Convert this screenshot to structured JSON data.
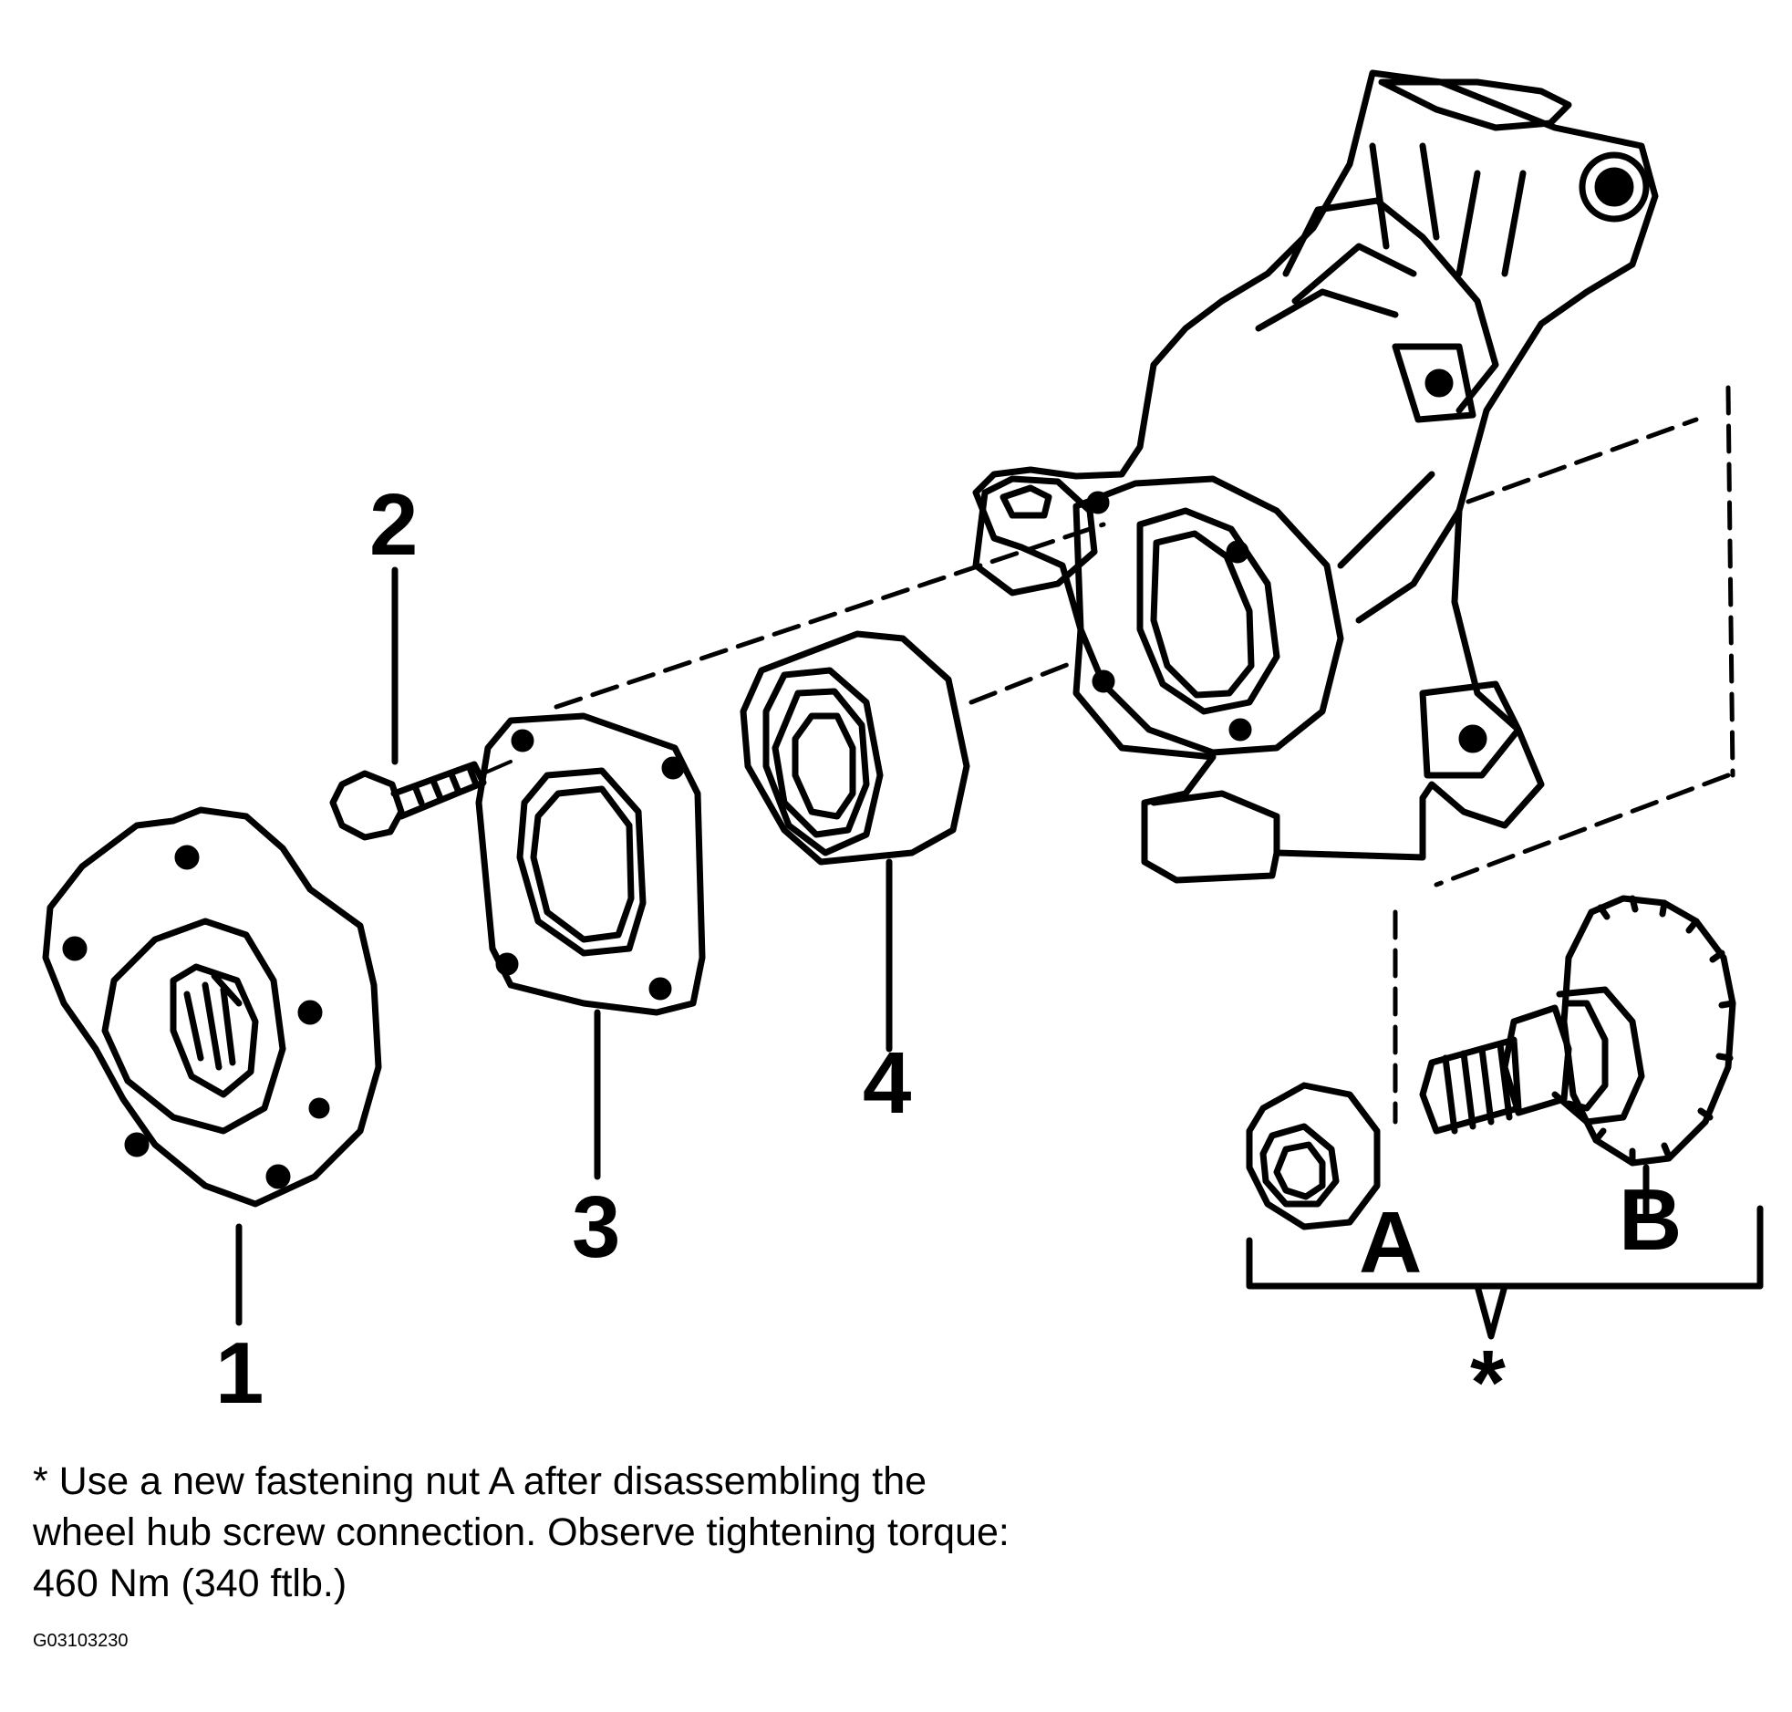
{
  "figure": {
    "callouts": {
      "part1": "1",
      "part2": "2",
      "part3": "3",
      "part4": "4",
      "partA": "A",
      "partB": "B",
      "note_marker": "*"
    },
    "note_lines": [
      "* Use a new fastening nut A after disassembling the",
      "wheel hub screw connection. Observe tightening torque:",
      "460 Nm (340 ftlb.)"
    ],
    "figure_id": "G03103230"
  }
}
